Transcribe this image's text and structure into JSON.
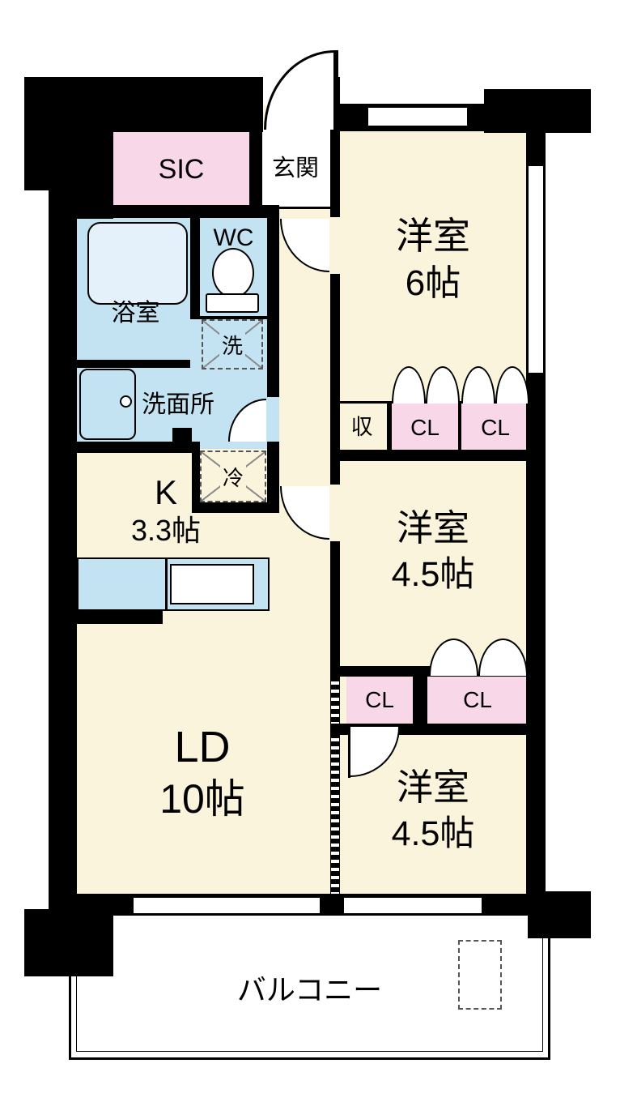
{
  "colors": {
    "room": "#FBF4DC",
    "wet": "#C3E3F2",
    "closet": "#F8D8E8",
    "tub": "#E4F1FA",
    "wall": "#000000"
  },
  "rooms": {
    "sic": {
      "label": "SIC"
    },
    "genkan": {
      "label": "玄関"
    },
    "western_6": {
      "name": "洋室",
      "size": "6帖"
    },
    "wc": {
      "label": "WC"
    },
    "bath": {
      "label": "浴室"
    },
    "laundry": {
      "label": "洗"
    },
    "washroom": {
      "label": "洗面所"
    },
    "storage": {
      "label": "収"
    },
    "fridge": {
      "label": "冷"
    },
    "kitchen": {
      "name": "K",
      "size": "3.3帖"
    },
    "western_45_mid": {
      "name": "洋室",
      "size": "4.5帖"
    },
    "living": {
      "name": "LD",
      "size": "10帖"
    },
    "western_45_btm": {
      "name": "洋室",
      "size": "4.5帖"
    },
    "balcony": {
      "label": "バルコニー"
    },
    "closets": {
      "mid_left": "CL",
      "mid_right": "CL",
      "btm_left": "CL",
      "btm_right": "CL"
    }
  }
}
